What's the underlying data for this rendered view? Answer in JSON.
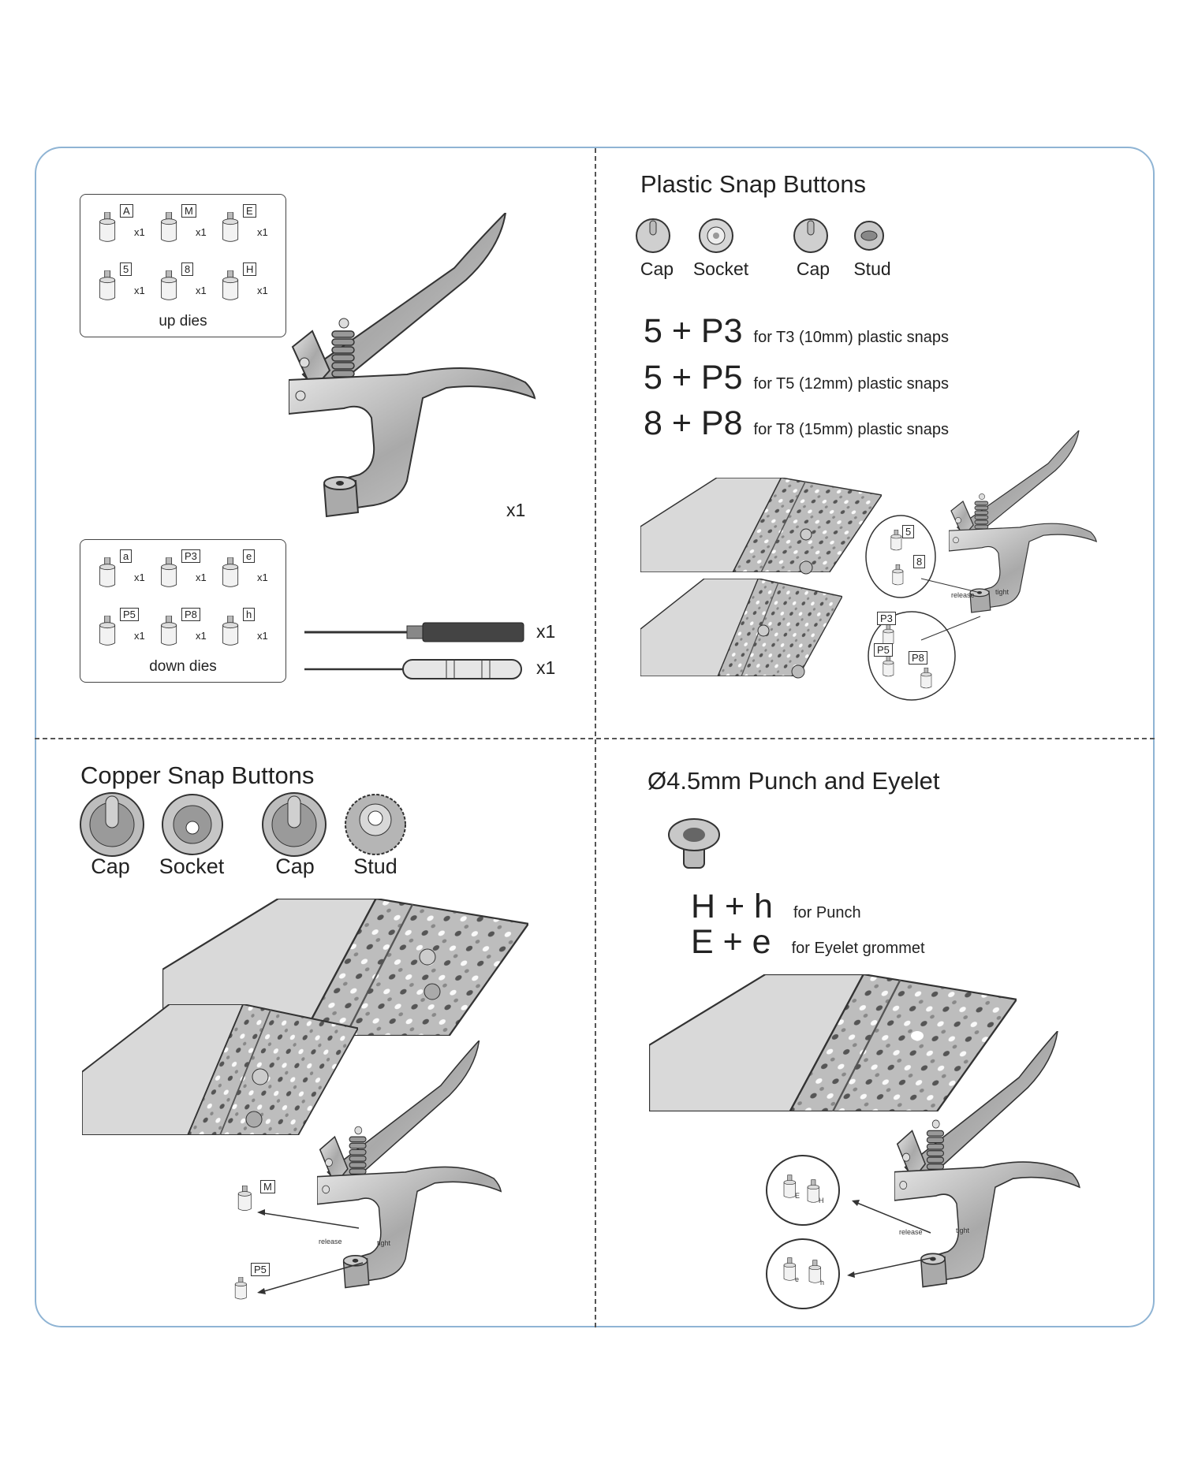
{
  "contents": {
    "up_dies": {
      "label": "up dies",
      "items": [
        {
          "code": "A",
          "qty": "x1"
        },
        {
          "code": "M",
          "qty": "x1"
        },
        {
          "code": "E",
          "qty": "x1"
        },
        {
          "code": "5",
          "qty": "x1"
        },
        {
          "code": "8",
          "qty": "x1"
        },
        {
          "code": "H",
          "qty": "x1"
        }
      ]
    },
    "down_dies": {
      "label": "down dies",
      "items": [
        {
          "code": "a",
          "qty": "x1"
        },
        {
          "code": "P3",
          "qty": "x1"
        },
        {
          "code": "e",
          "qty": "x1"
        },
        {
          "code": "P5",
          "qty": "x1"
        },
        {
          "code": "P8",
          "qty": "x1"
        },
        {
          "code": "h",
          "qty": "x1"
        }
      ]
    },
    "plier_qty": "x1",
    "screwdriver_qty": "x1",
    "awl_qty": "x1"
  },
  "plastic": {
    "title": "Plastic Snap Buttons",
    "parts": [
      "Cap",
      "Socket",
      "Cap",
      "Stud"
    ],
    "combos": [
      {
        "dies": "5 + P3",
        "desc": "for  T3 (10mm) plastic snaps"
      },
      {
        "dies": "5 + P5",
        "desc": "for  T5 (12mm) plastic snaps"
      },
      {
        "dies": "8 + P8",
        "desc": "for  T8 (15mm) plastic snaps"
      }
    ],
    "callouts": {
      "up": [
        "5",
        "8"
      ],
      "down": [
        "P3",
        "P5",
        "P8"
      ],
      "release": "release",
      "tight": "tight"
    }
  },
  "copper": {
    "title": "Copper Snap Buttons",
    "parts": [
      "Cap",
      "Socket",
      "Cap",
      "Stud"
    ],
    "callouts": {
      "up": "M",
      "down": "P5",
      "release": "release",
      "tight": "tight"
    }
  },
  "eyelet": {
    "title": "Ø4.5mm Punch and Eyelet",
    "combos": [
      {
        "dies": "H + h",
        "desc": "for  Punch"
      },
      {
        "dies": "E + e",
        "desc": "for  Eyelet grommet"
      }
    ],
    "callouts": {
      "up": [
        "E",
        "H"
      ],
      "down": [
        "e",
        "h"
      ],
      "release": "release",
      "tight": "tight"
    }
  },
  "colors": {
    "frame": "#8fb4d4",
    "metal": "#b5b5b5",
    "fabric": "#d9d9d9"
  }
}
